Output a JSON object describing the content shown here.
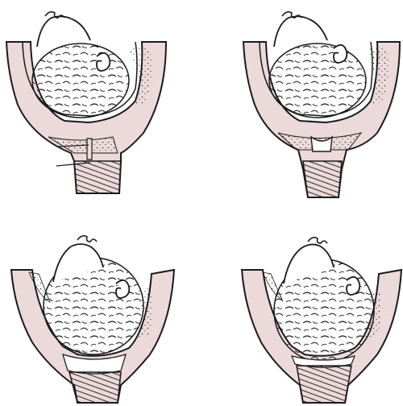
{
  "figure": {
    "panels": [
      {
        "id": "top-left",
        "stage": "cervix-before-effacement"
      },
      {
        "id": "top-right",
        "stage": "cervix-beginning-effacement"
      },
      {
        "id": "bottom-left",
        "stage": "cervix-effaced-early-dilation"
      },
      {
        "id": "bottom-right",
        "stage": "cervix-fully-effaced-dilated"
      }
    ],
    "colors": {
      "line": "#1a1a1a",
      "tissue": "#ecd9d9",
      "background": "#ffffff"
    }
  }
}
